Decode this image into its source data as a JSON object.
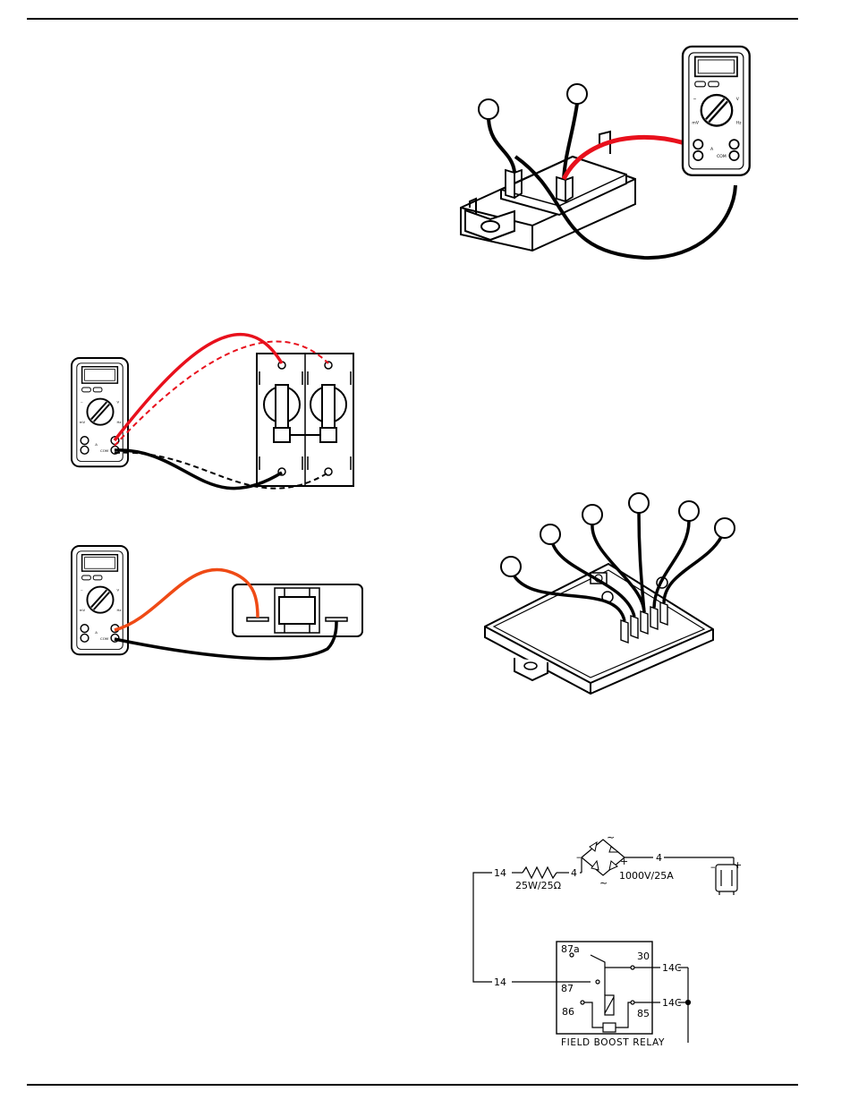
{
  "diagram": {
    "resistor_label": "25W/25Ω",
    "bridge_label": "1000V/25A",
    "relay_title": "FIELD BOOST RELAY",
    "wires": {
      "left_top": "14",
      "left_bottom": "14",
      "resistor_out": "4",
      "bridge_out": "4",
      "relay_out_top": "14C",
      "relay_out_bottom": "14C"
    },
    "relay_terminals": {
      "t87a": "87a",
      "t30": "30",
      "t87": "87",
      "t86": "86",
      "t85": "85"
    },
    "bridge_marks": {
      "ac_top": "~",
      "ac_bottom": "~",
      "minus": "–",
      "plus": "+"
    },
    "stator_marks": {
      "minus": "–",
      "plus": "+"
    }
  },
  "colors": {
    "lead_red": "#e8101c",
    "lead_orange": "#ef4a15",
    "lead_black": "#000000"
  },
  "icons": [
    "multimeter-icon",
    "rectifier-module-icon",
    "circuit-breaker-icon",
    "fuse-holder-icon",
    "voltage-regulator-icon"
  ]
}
